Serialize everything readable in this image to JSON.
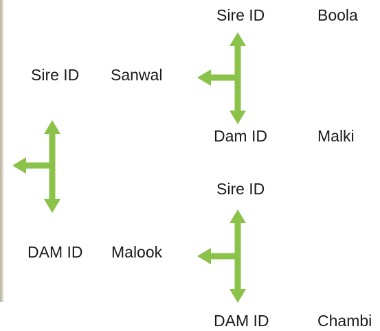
{
  "arrow_color": "#8bc34a",
  "pedigree": {
    "parents": {
      "sire": {
        "label": "Sire ID",
        "name": "Sanwal"
      },
      "dam": {
        "label": "DAM ID",
        "name": "Malook"
      }
    },
    "sire_parents": {
      "sire": {
        "label": "Sire ID",
        "name": "Boola"
      },
      "dam": {
        "label": "Dam ID",
        "name": "Malki"
      }
    },
    "dam_parents": {
      "sire": {
        "label": "Sire ID",
        "name": ""
      },
      "dam": {
        "label": "DAM ID",
        "name": "Chambi"
      }
    }
  }
}
